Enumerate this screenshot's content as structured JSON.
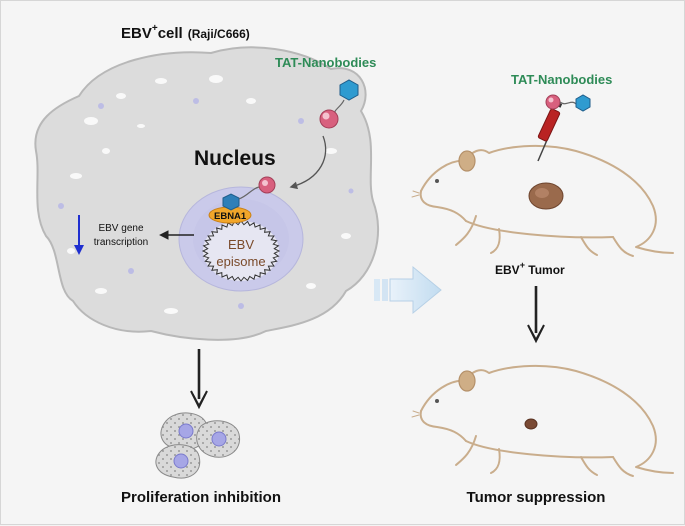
{
  "left_panel": {
    "cell_title_main": "EBV",
    "cell_title_sup": "+",
    "cell_title_rest": "cell",
    "cell_title_lines": "(Raji/C666)",
    "nanobody_label": "TAT-Nanobodies",
    "nucleus_label": "Nucleus",
    "ebna1_label": "EBNA1",
    "episome_line1": "EBV",
    "episome_line2": "episome",
    "transcription_line1": "EBV gene",
    "transcription_line2": "transcription",
    "outcome_label": "Proliferation inhibition"
  },
  "right_panel": {
    "nanobody_label": "TAT-Nanobodies",
    "tumor_main": "EBV",
    "tumor_sup": "+",
    "tumor_rest": " Tumor",
    "outcome_label": "Tumor suppression"
  },
  "colors": {
    "nanobody_text": "#2e8b57",
    "cell_fill": "#dcdcdc",
    "nucleus_fill": "#c9c9e8",
    "ebna1_fill": "#f2a62a",
    "nanobody_blue": "#2f7fb8",
    "nanobody_pink": "#d8607e",
    "mouse_outline": "#c9ad8c",
    "arrow_blue": "#1f2fd0",
    "big_arrow": "#cfe3f3"
  },
  "icons": {
    "nanobody": "nanobody-icon",
    "syringe": "syringe-icon",
    "mouse": "mouse-icon",
    "tumor": "tumor-icon",
    "cells": "cell-cluster-icon"
  }
}
